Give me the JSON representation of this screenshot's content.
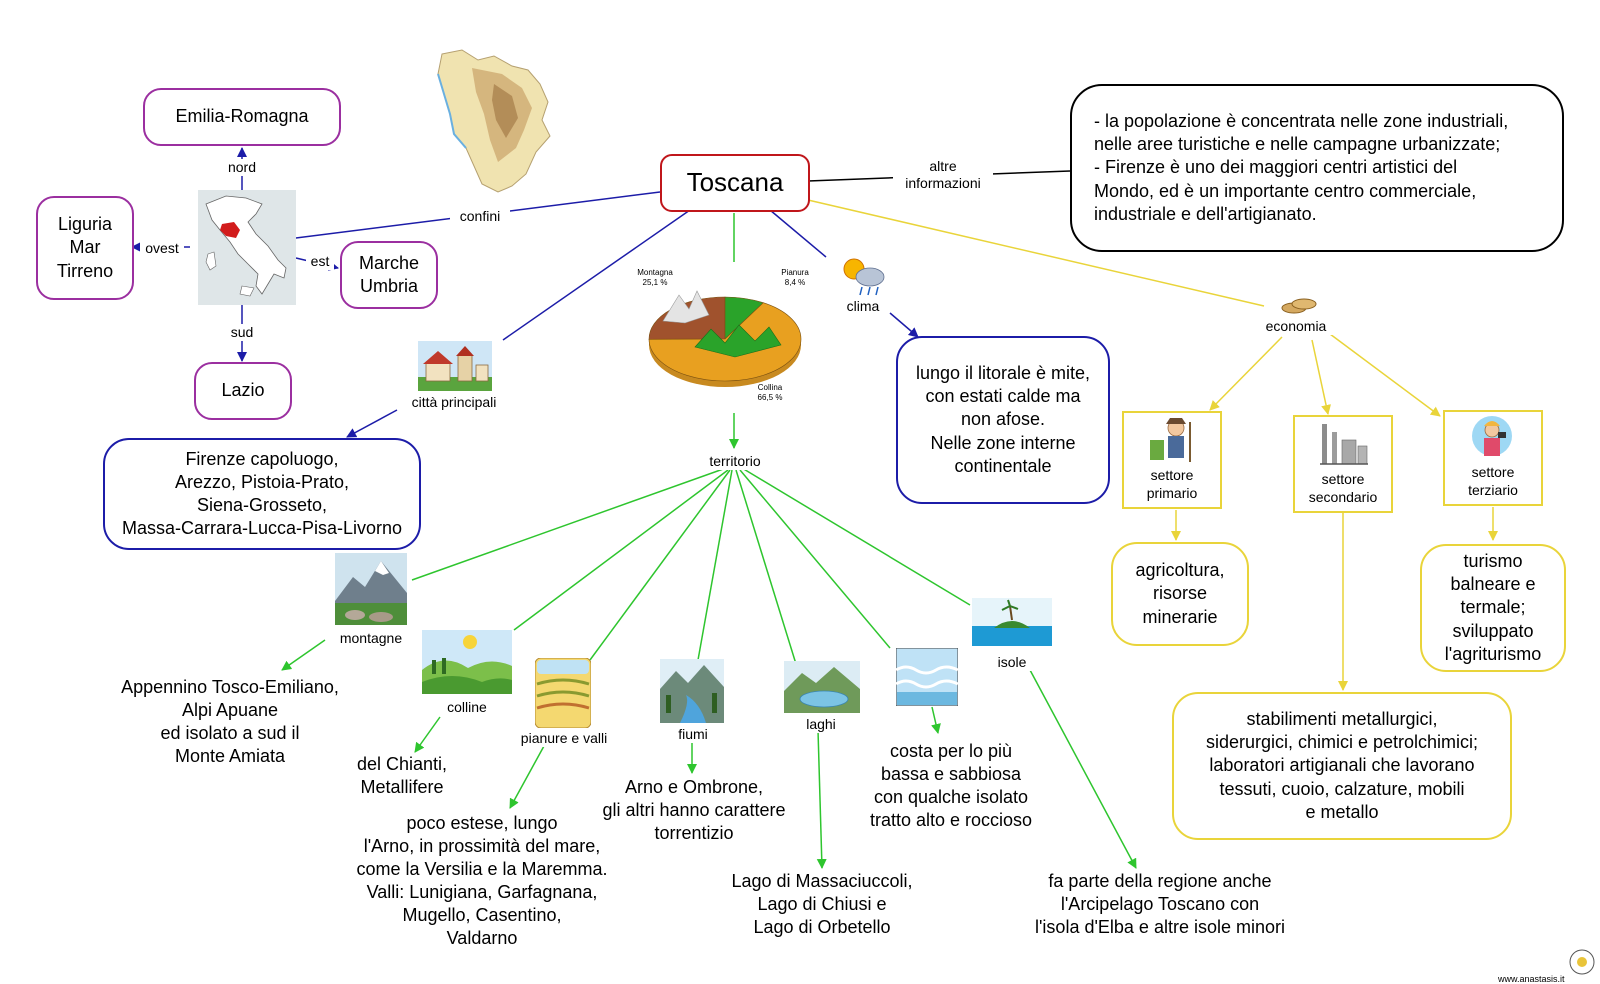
{
  "central": {
    "title": "Toscana"
  },
  "info": {
    "label": "altre\ninformazioni",
    "text": "- la popolazione è concentrata nelle zone industriali,\nnelle aree turistiche e nelle campagne urbanizzate;\n- Firenze è uno dei maggiori centri artistici del\nMondo, ed è un importante centro commerciale,\nindustriale e dell'artigianato."
  },
  "confini": {
    "label": "confini",
    "nord_label": "nord",
    "nord": "Emilia-Romagna",
    "ovest_label": "ovest",
    "ovest": "Liguria\nMar\nTirreno",
    "est_label": "est",
    "est": "Marche\nUmbria",
    "sud_label": "sud",
    "sud": "Lazio"
  },
  "citta": {
    "label": "città principali",
    "text": "Firenze capoluogo,\nArezzo, Pistoia-Prato,\nSiena-Grosseto,\nMassa-Carrara-Lucca-Pisa-Livorno"
  },
  "clima": {
    "label": "clima",
    "text": "lungo il litorale è mite,\ncon estati calde ma\nnon afose.\nNelle zone interne\ncontinentale"
  },
  "territorio": {
    "label": "territorio",
    "chart_data": {
      "type": "pie",
      "labels": [
        "Montagna\n25,1 %",
        "Pianura\n8,4 %",
        "Collina\n66,5 %"
      ],
      "values": [
        25.1,
        8.4,
        66.5
      ],
      "colors": [
        "#a0522d",
        "#2aa32a",
        "#e8a020"
      ]
    },
    "montagne": {
      "label": "montagne",
      "text": "Appennino Tosco-Emiliano,\nAlpi Apuane\ned isolato a sud il\nMonte Amiata"
    },
    "colline": {
      "label": "colline",
      "text": "del Chianti,\nMetallifere"
    },
    "pianure": {
      "label": "pianure e valli",
      "text": "poco estese, lungo\nl'Arno, in prossimità del mare,\ncome la Versilia e la Maremma.\nValli: Lunigiana, Garfagnana,\nMugello, Casentino,\nValdarno"
    },
    "fiumi": {
      "label": "fiumi",
      "text": "Arno e Ombrone,\ngli altri hanno carattere\ntorrentizio"
    },
    "laghi": {
      "label": "laghi",
      "text": "Lago di Massaciuccoli,\nLago di Chiusi e\nLago di Orbetello"
    },
    "costa": {
      "text": "costa per lo più\nbassa e sabbiosa\ncon qualche isolato\ntratto alto e roccioso"
    },
    "isole": {
      "label": "isole",
      "text": "fa parte della regione anche\nl'Arcipelago Toscano con\nl'isola d'Elba e altre isole minori"
    }
  },
  "economia": {
    "label": "economia",
    "primario": {
      "label": "settore\nprimario",
      "text": "agricoltura,\nrisorse\nminerarie"
    },
    "secondario": {
      "label": "settore\nsecondario",
      "text": "stabilimenti metallurgici,\nsiderurgici, chimici e petrolchimici;\nlaboratori artigianali che lavorano\ntessuti, cuoio, calzature, mobili\ne metallo"
    },
    "terziario": {
      "label": "settore\nterziario",
      "text": "turismo\nbalneare e\ntermale;\nsviluppato\nl'agriturismo"
    }
  },
  "footer": {
    "url": "www.anastasis.it"
  },
  "colors": {
    "red": "#c0161b",
    "purple": "#9b2fa0",
    "blue": "#1c1ca8",
    "green": "#2ec52e",
    "yellow": "#e9d43a"
  }
}
